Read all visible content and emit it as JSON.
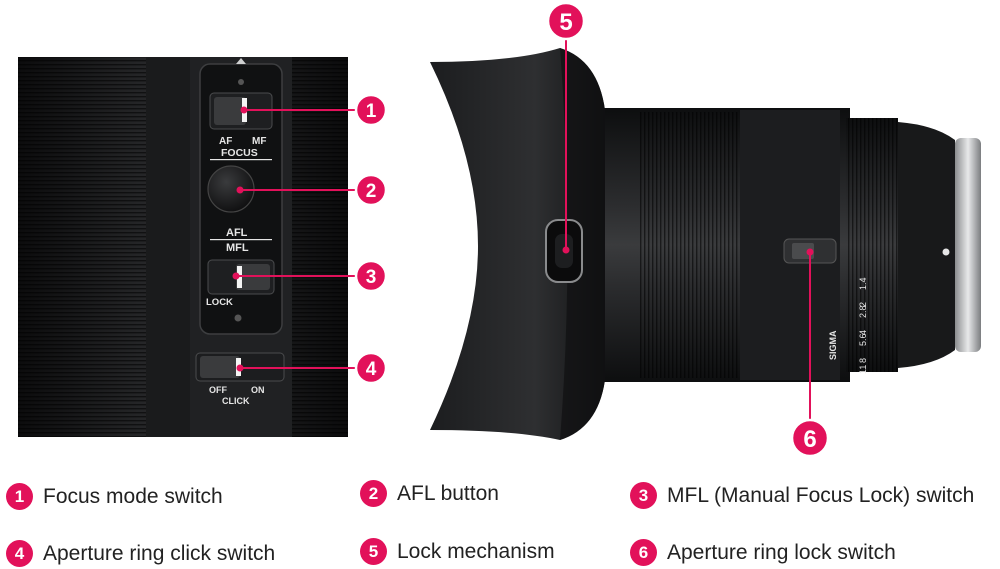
{
  "colors": {
    "accent": "#e2115a",
    "lens_dark": "#151617",
    "lens_mid": "#2a2b2d"
  },
  "left_panel": {
    "focus_switch": {
      "left_label": "AF",
      "right_label": "MF",
      "title": "FOCUS"
    },
    "afl_label": "AFL",
    "mfl_label": "MFL",
    "lock_label": "LOCK",
    "click_switch": {
      "off_label": "OFF",
      "on_label": "ON",
      "title": "CLICK"
    }
  },
  "right_panel": {
    "brand": "SIGMA",
    "aperture_scale": [
      "1.4",
      "2",
      "2.8",
      "4",
      "5.6",
      "8",
      "11"
    ]
  },
  "callouts": [
    {
      "number": "1"
    },
    {
      "number": "2"
    },
    {
      "number": "3"
    },
    {
      "number": "4"
    },
    {
      "number": "5"
    },
    {
      "number": "6"
    }
  ],
  "legend": [
    {
      "number": "1",
      "label": "Focus mode switch"
    },
    {
      "number": "2",
      "label": "AFL button"
    },
    {
      "number": "3",
      "label": "MFL (Manual Focus Lock) switch"
    },
    {
      "number": "4",
      "label": "Aperture ring click switch"
    },
    {
      "number": "5",
      "label": "Lock mechanism"
    },
    {
      "number": "6",
      "label": "Aperture ring lock switch"
    }
  ]
}
